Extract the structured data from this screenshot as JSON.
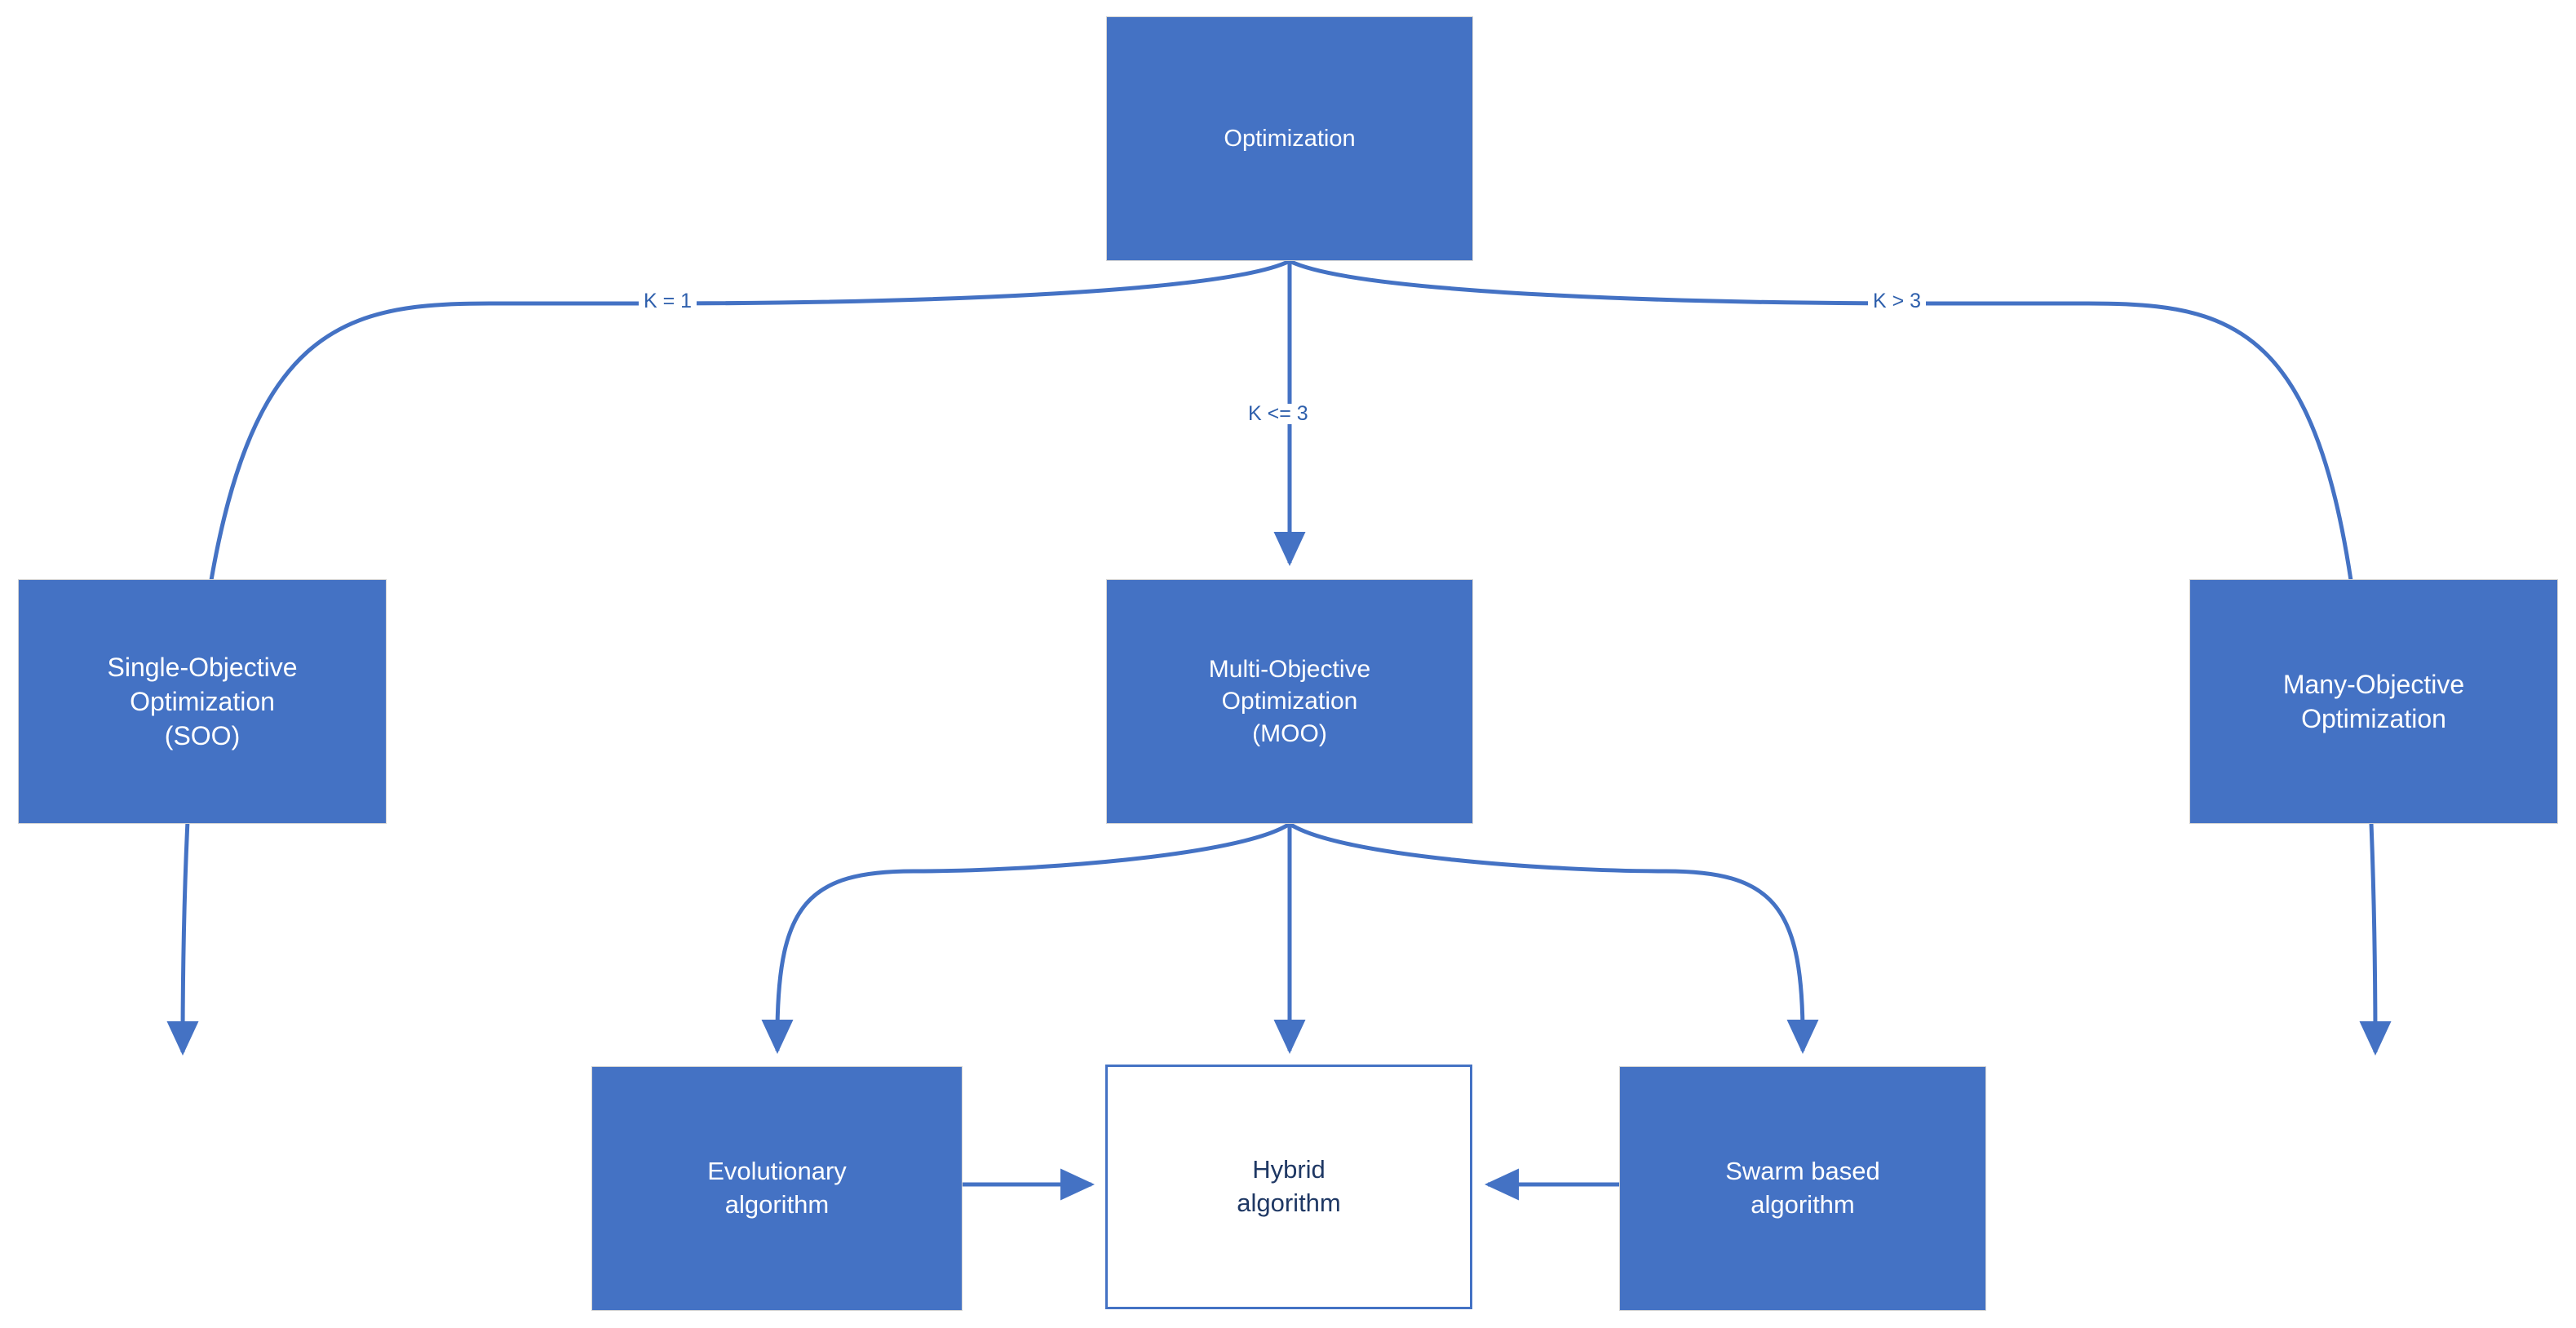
{
  "diagram": {
    "title": "Optimization taxonomy flowchart",
    "colors": {
      "node_fill": "#4472C4",
      "node_border": "#D4D4D4",
      "outlined_node_border": "#4472C4",
      "outlined_node_text": "#1F3864",
      "filled_node_text": "#FFFFFF",
      "edge_stroke": "#4472C4",
      "edge_label_text": "#2E5FAC",
      "background": "#FFFFFF"
    },
    "nodes": {
      "optimization": {
        "label": "Optimization",
        "style": "filled"
      },
      "soo": {
        "label": "Single-Objective\nOptimization\n(SOO)",
        "style": "filled"
      },
      "moo": {
        "label": "Multi-Objective\nOptimization\n(MOO)",
        "style": "filled"
      },
      "many": {
        "label": "Many-Objective\nOptimization",
        "style": "filled"
      },
      "evolutionary": {
        "label": "Evolutionary\nalgorithm",
        "style": "filled"
      },
      "hybrid": {
        "label": "Hybrid\nalgorithm",
        "style": "outlined"
      },
      "swarm": {
        "label": "Swarm based\nalgorithm",
        "style": "filled"
      }
    },
    "edges": [
      {
        "from": "optimization",
        "to": "soo",
        "label": "K = 1",
        "kind": "curved-arrow"
      },
      {
        "from": "optimization",
        "to": "moo",
        "label": "K <= 3",
        "kind": "straight-arrow"
      },
      {
        "from": "optimization",
        "to": "many",
        "label": "K > 3",
        "kind": "curved-arrow"
      },
      {
        "from": "moo",
        "to": "evolutionary",
        "label": "",
        "kind": "curved-arrow"
      },
      {
        "from": "moo",
        "to": "hybrid",
        "label": "",
        "kind": "straight-arrow"
      },
      {
        "from": "moo",
        "to": "swarm",
        "label": "",
        "kind": "curved-arrow"
      },
      {
        "from": "evolutionary",
        "to": "hybrid",
        "label": "",
        "kind": "horizontal-arrow"
      },
      {
        "from": "swarm",
        "to": "hybrid",
        "label": "",
        "kind": "horizontal-arrow"
      }
    ]
  }
}
